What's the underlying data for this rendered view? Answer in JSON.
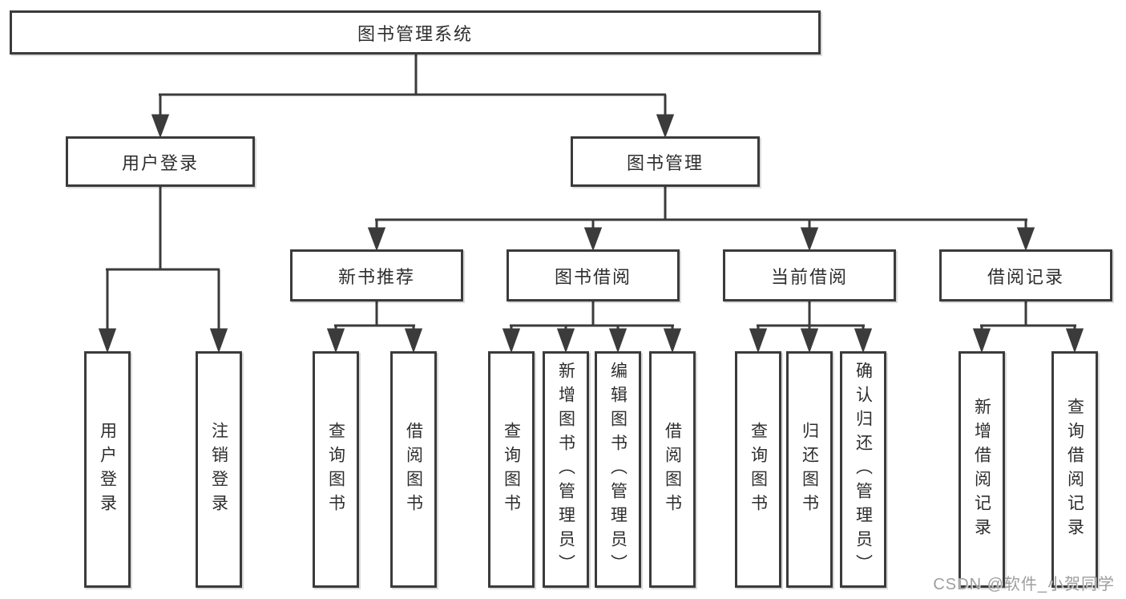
{
  "tree": {
    "root": {
      "label": "图书管理系统"
    },
    "branches": [
      {
        "label": "用户登录",
        "children": [
          {
            "label": "用户登录"
          },
          {
            "label": "注销登录"
          }
        ]
      },
      {
        "label": "图书管理",
        "children": [
          {
            "label": "新书推荐",
            "children": [
              {
                "label": "查询图书"
              },
              {
                "label": "借阅图书"
              }
            ]
          },
          {
            "label": "图书借阅",
            "children": [
              {
                "label": "查询图书"
              },
              {
                "label": "新增图书（管理员）"
              },
              {
                "label": "编辑图书（管理员）"
              },
              {
                "label": "借阅图书"
              }
            ]
          },
          {
            "label": "当前借阅",
            "children": [
              {
                "label": "查询图书"
              },
              {
                "label": "归还图书"
              },
              {
                "label": "确认归还（管理员）"
              }
            ]
          },
          {
            "label": "借阅记录",
            "children": [
              {
                "label": "新增借阅记录"
              },
              {
                "label": "查询借阅记录"
              }
            ]
          }
        ]
      }
    ]
  },
  "watermark": {
    "text": "CSDN @软件_小贺同学"
  },
  "colors": {
    "line": "#3b3b3b",
    "text": "#2e2e2e",
    "watermark": "#9e9e9e",
    "background": "#ffffff"
  }
}
